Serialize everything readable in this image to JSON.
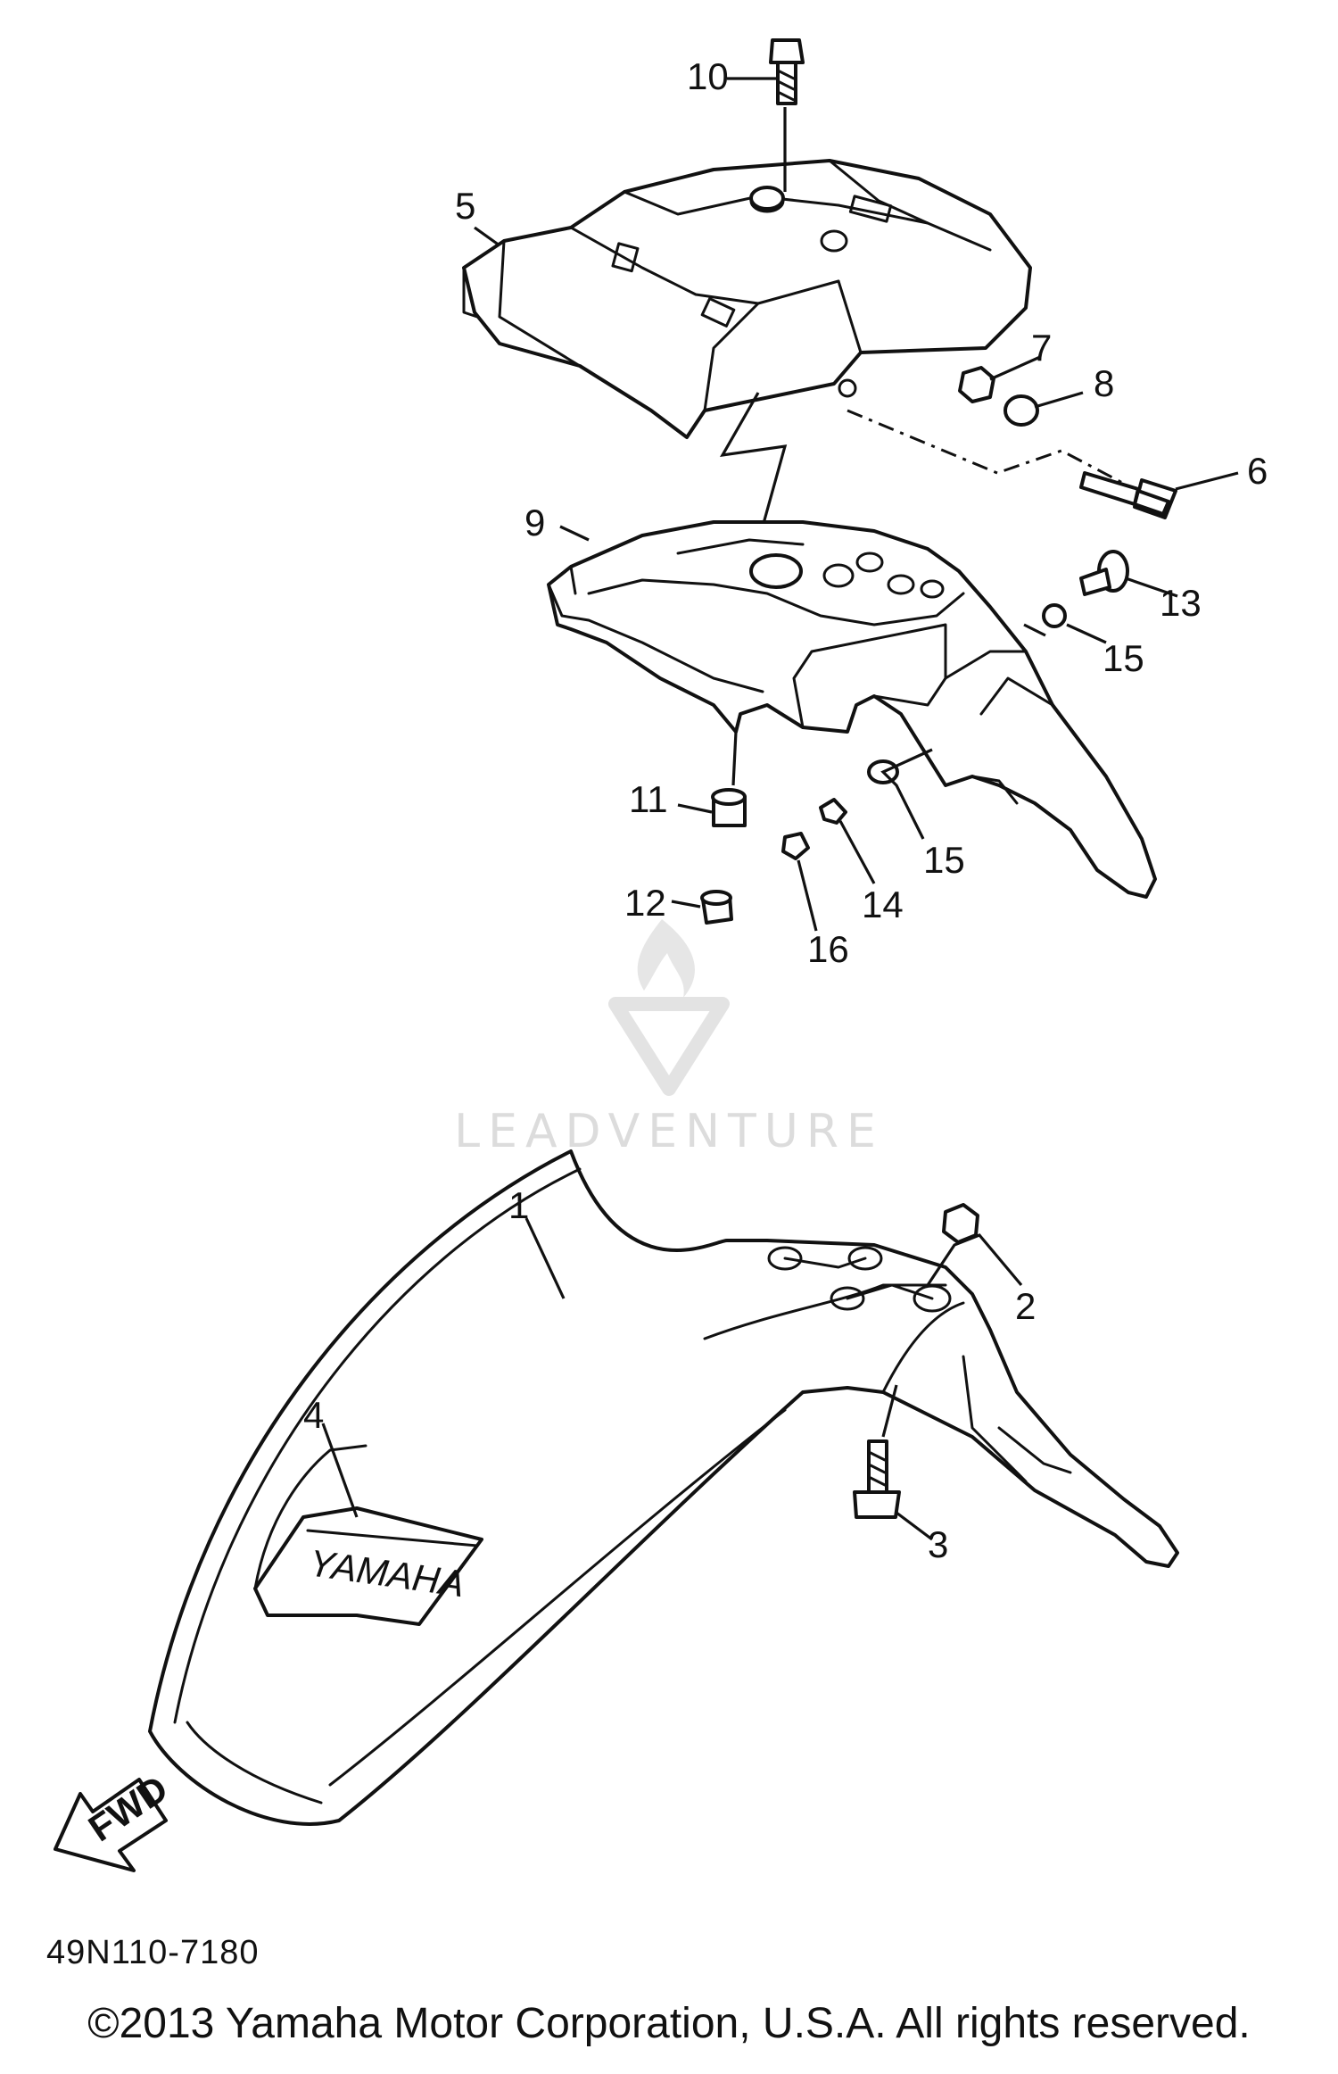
{
  "callouts": {
    "c1": "1",
    "c2": "2",
    "c3": "3",
    "c4": "4",
    "c5": "5",
    "c6": "6",
    "c7": "7",
    "c8": "8",
    "c9": "9",
    "c10": "10",
    "c11": "11",
    "c12": "12",
    "c13": "13",
    "c14": "14",
    "c15a": "15",
    "c15b": "15",
    "c16": "16"
  },
  "decal_text": "YAMAHA",
  "fwd_text": "FWD",
  "watermark_text": "LEADVENTURE",
  "reference_code": "49N110-7180",
  "copyright": "©2013 Yamaha Motor Corporation, U.S.A. All rights reserved.",
  "colors": {
    "line": "#111111",
    "watermark": "#dcdcdc",
    "background": "#ffffff"
  }
}
